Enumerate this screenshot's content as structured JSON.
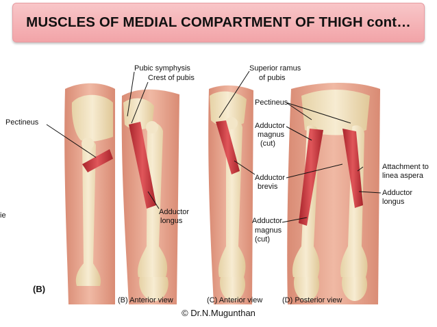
{
  "title": "MUSCLES OF MEDIAL COMPARTMENT OF THIGH cont…",
  "copyright": "© Dr.N.Mugunthan",
  "left_panel": {
    "label_pectineus": "Pectineus",
    "panel_letter": "(B)",
    "cut_text": "ie"
  },
  "panel_b": {
    "label_pubic_symphysis": "Pubic symphysis",
    "label_crest_of_pubis": "Crest of pubis",
    "label_adductor": "Adductor",
    "label_longus": "longus",
    "caption": "(B) Anterior view"
  },
  "panel_c": {
    "label_superior_ramus": "Superior ramus",
    "label_of_pubis": "of pubis",
    "label_pectineus": "Pectineus",
    "label_adductor_1": "Adductor",
    "label_magnus_1": "magnus",
    "label_cut_1": "(cut)",
    "label_adductor_2": "Adductor",
    "label_brevis": "brevis",
    "label_adductor_3": "Adductor",
    "label_magnus_3": "magnus",
    "label_cut_3": "(cut)",
    "caption": "(C) Anterior view"
  },
  "panel_d": {
    "label_attachment": "Attachment to",
    "label_linea_aspera": "linea aspera",
    "label_adductor": "Adductor",
    "label_longus": "longus",
    "caption": "(D) Posterior view"
  },
  "colors": {
    "title_bg": "#f2a4a8",
    "skin": "#e8a58f",
    "bone": "#f1e2c0",
    "muscle": "#c8373d"
  }
}
